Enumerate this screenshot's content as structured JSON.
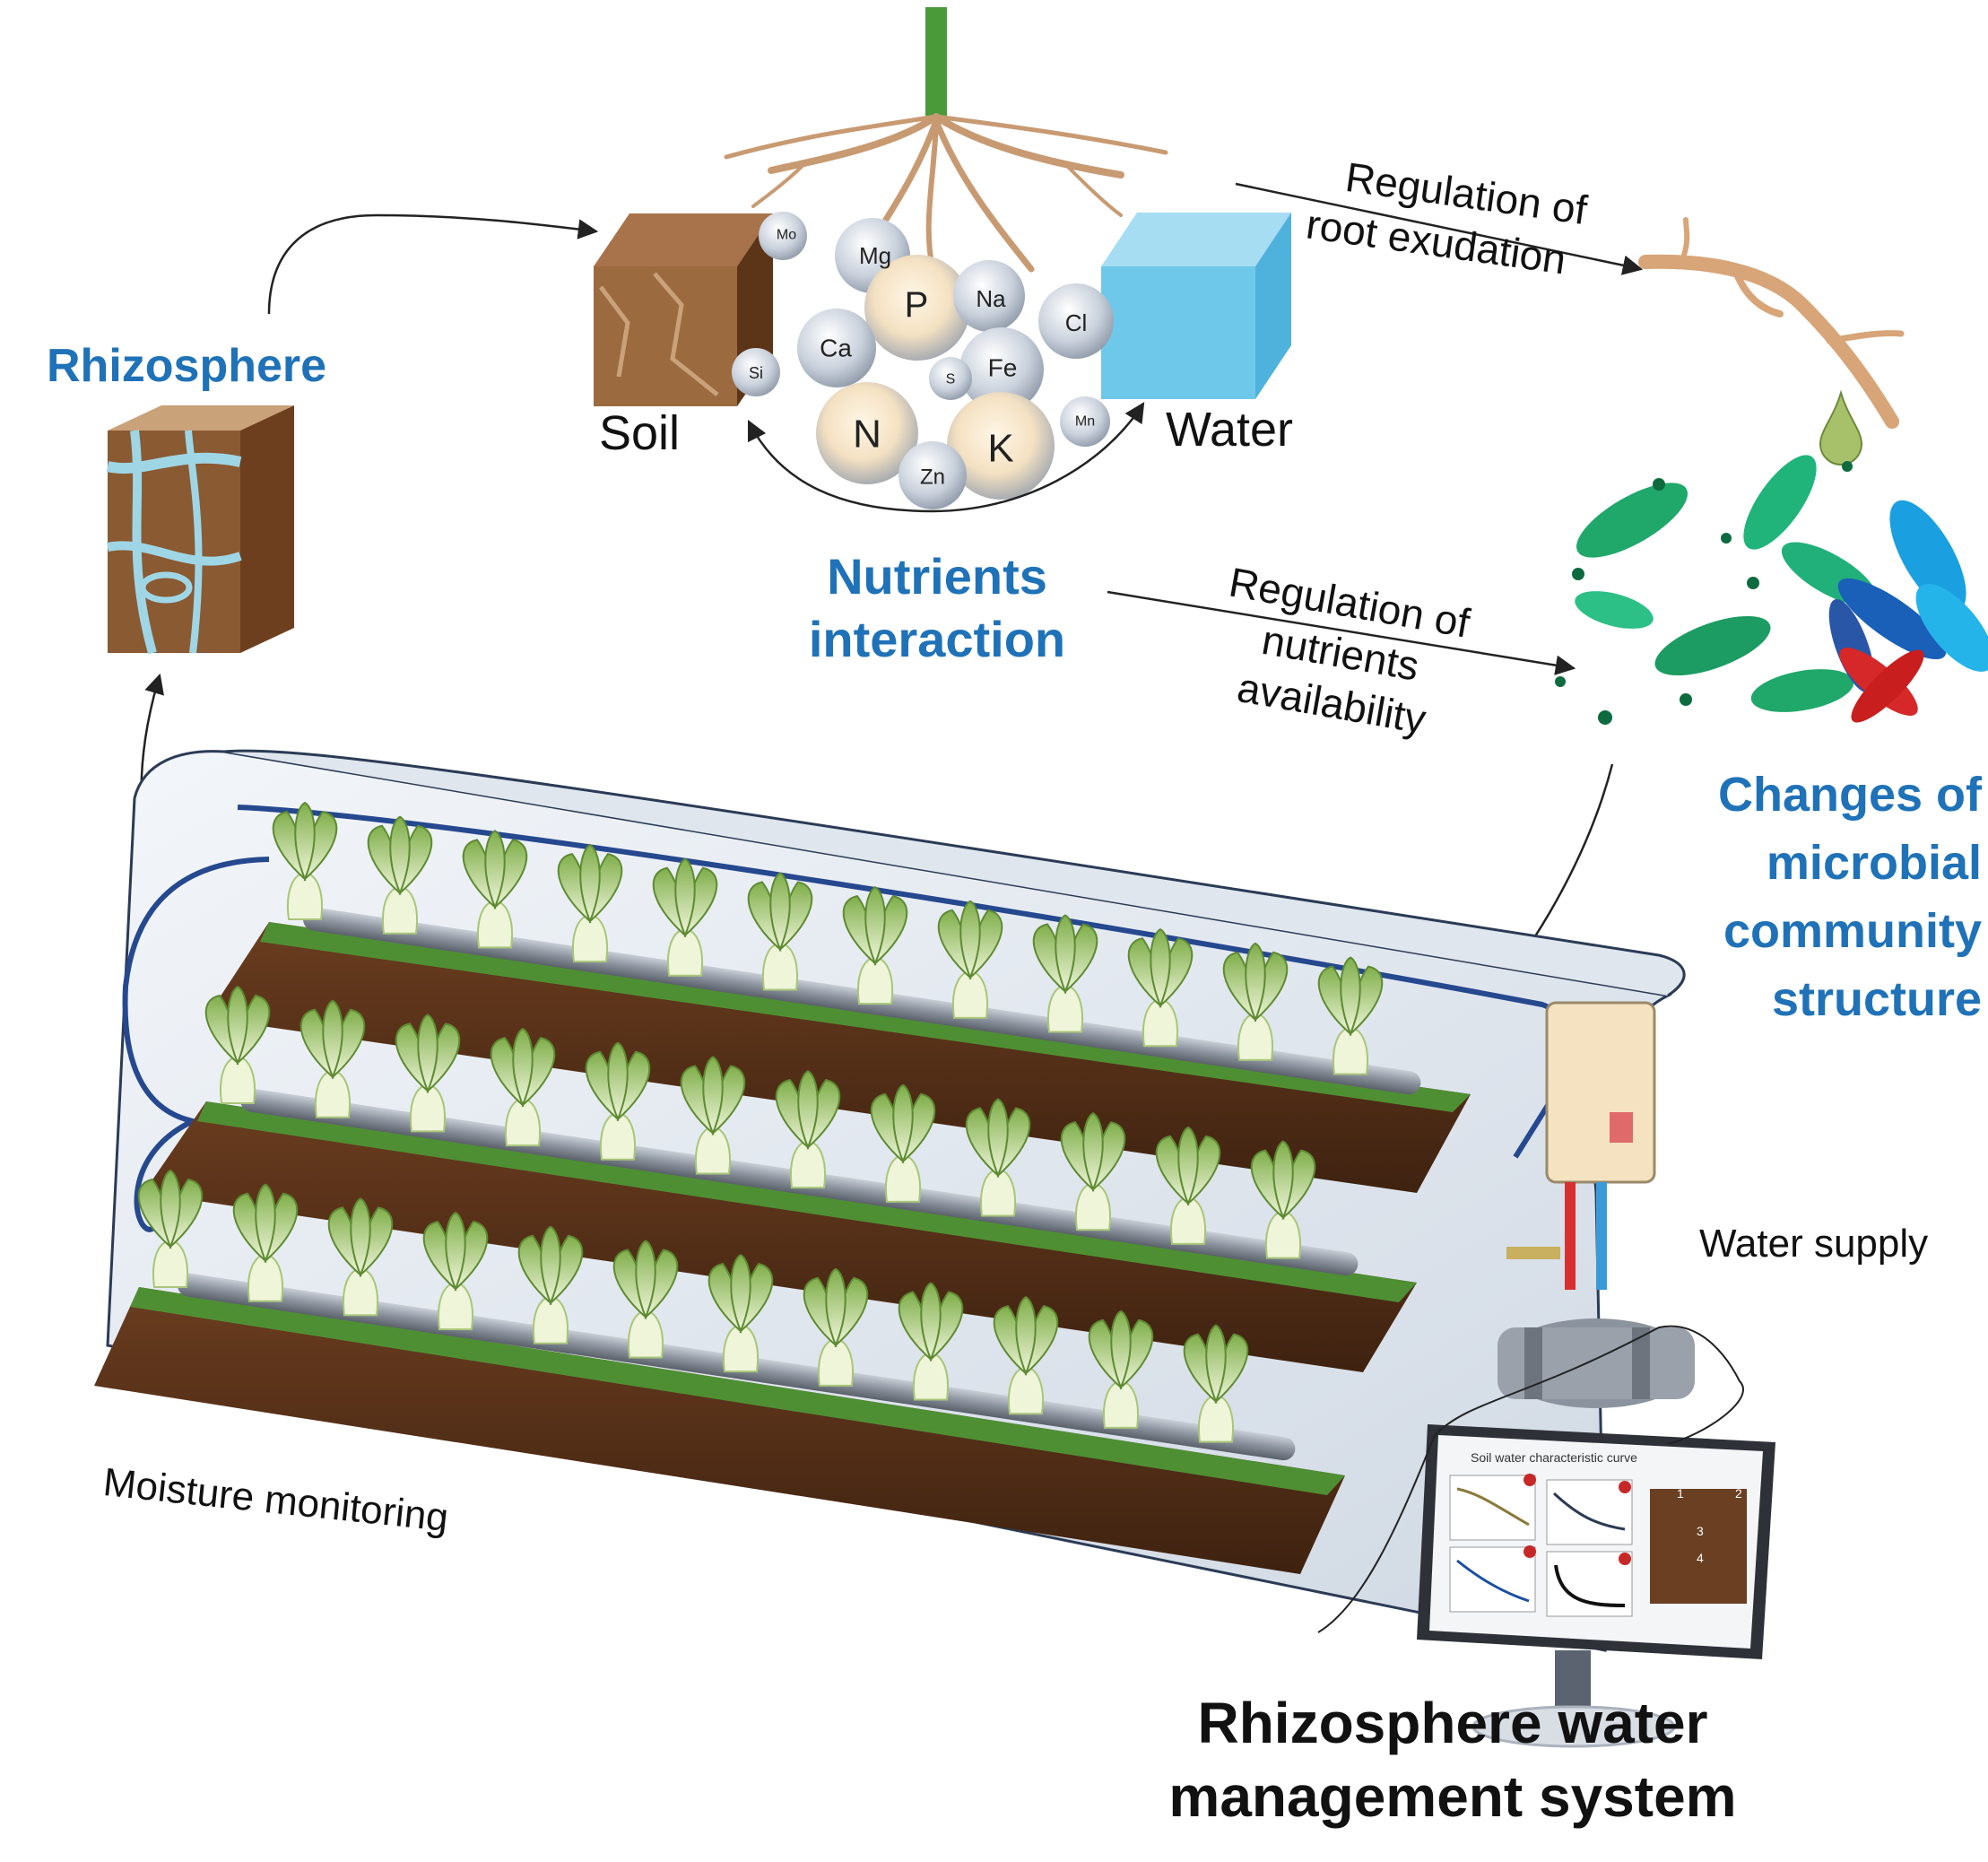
{
  "labels": {
    "rhizosphere": "Rhizosphere",
    "soil": "Soil",
    "water": "Water",
    "nutrients_line1": "Nutrients",
    "nutrients_line2": "interaction",
    "root_exudation_line1": "Regulation of",
    "root_exudation_line2": "root exudation",
    "nutrients_avail_line1": "Regulation of",
    "nutrients_avail_line2": "nutrients",
    "nutrients_avail_line3": "availability",
    "microbial_line1": "Changes of",
    "microbial_line2": "microbial",
    "microbial_line3": "community",
    "microbial_line4": "structure",
    "water_supply": "Water supply",
    "moisture_monitoring": "Moisture monitoring",
    "system_line1": "Rhizosphere water",
    "system_line2": "management system"
  },
  "nutrient_elements": [
    "Mo",
    "Mg",
    "P",
    "Na",
    "Cl",
    "Ca",
    "Fe",
    "Si",
    "S",
    "N",
    "K",
    "Mn",
    "Zn"
  ],
  "monitor": {
    "title": "Soil water characteristic curve",
    "markers": [
      "1",
      "2",
      "3",
      "4"
    ]
  },
  "colors": {
    "accent_blue": "#1f72b8",
    "soil_brown": "#7a4a25",
    "grass_green": "#3f7d2a",
    "water_cube": "#6ec8ea",
    "pipe_navy": "#25488f"
  }
}
